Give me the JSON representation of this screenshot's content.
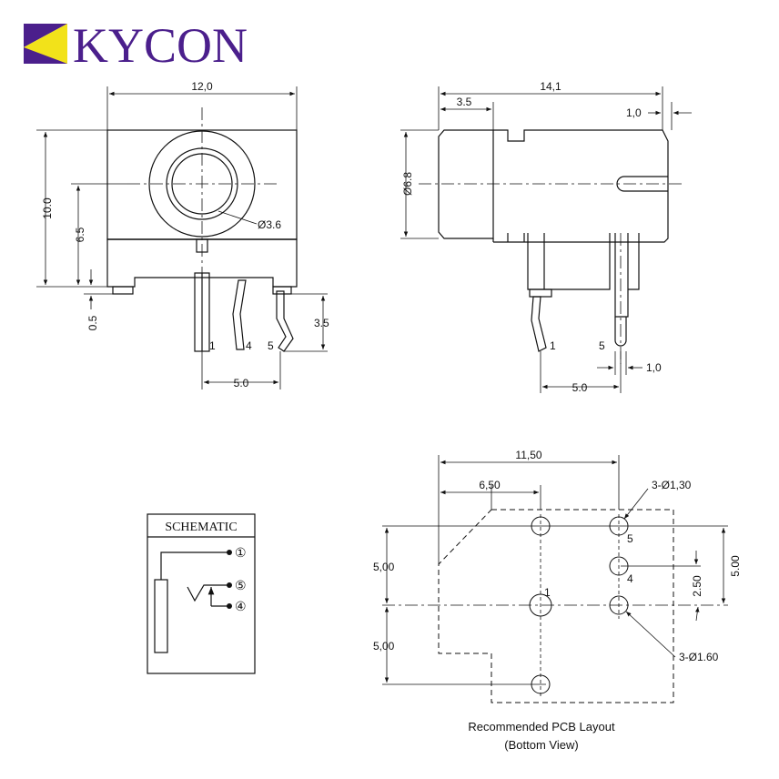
{
  "brand": {
    "name": "KYCON",
    "color": "#4b1f8c",
    "accent": "#f2e21a"
  },
  "front_view": {
    "width": "12,0",
    "height": "10.0",
    "center_height": "6.5",
    "hole_dia": "Ø3.6",
    "standoff": "0.5",
    "pin_len": "3.5",
    "pin_pitch": "5.0",
    "pins": [
      "1",
      "4",
      "5"
    ]
  },
  "side_view": {
    "length": "14,1",
    "front_len": "3.5",
    "tab": "1,0",
    "body_dia": "Ø6.8",
    "pin_pitch": "5.0",
    "pin_w": "1,0",
    "pins": [
      "1",
      "5"
    ]
  },
  "schematic": {
    "title": "SCHEMATIC",
    "pins": [
      "①",
      "⑤",
      "④"
    ]
  },
  "pcb": {
    "width": "11,50",
    "offset": "6,50",
    "large_holes": "3-Ø1,30",
    "small_holes": "3-Ø1.60",
    "upper_pitch": "5.00",
    "lower_pitch": "5,00",
    "left_pitch_top": "5,00",
    "left_pitch_bottom": "5,00",
    "mid_pitch": "2.50",
    "pin_labels": [
      "5",
      "4",
      "1"
    ],
    "caption_line1": "Recommended PCB Layout",
    "caption_line2": "(Bottom View)"
  }
}
